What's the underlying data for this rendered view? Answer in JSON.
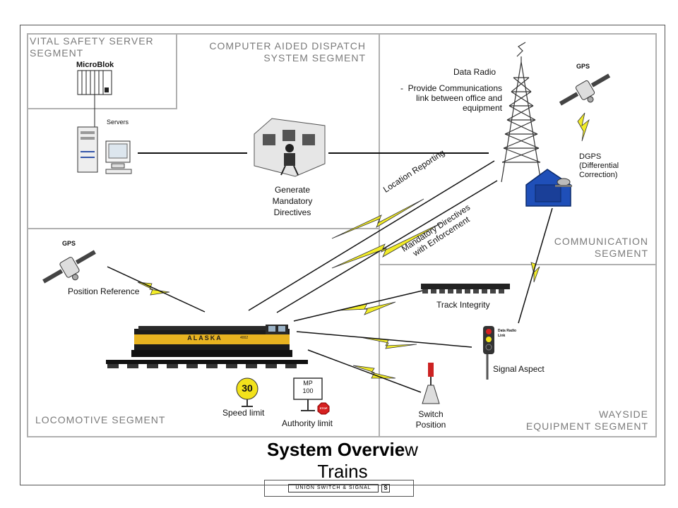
{
  "segments": {
    "vital_safety": "VITAL SAFETY SERVER\nSEGMENT",
    "cad": "COMPUTER AIDED DISPATCH\nSYSTEM SEGMENT",
    "communication": "COMMUNICATION\nSEGMENT",
    "locomotive": "LOCOMOTIVE SEGMENT",
    "wayside": "WAYSIDE\nEQUIPMENT SEGMENT"
  },
  "labels": {
    "microblok": "MicroBlok",
    "servers": "Servers",
    "generate": "Generate\nMandatory\nDirectives",
    "data_radio": "Data Radio",
    "data_radio_desc": "-  Provide Communications\nlink between office and\nequipment",
    "gps_top": "GPS",
    "gps_left": "GPS",
    "dgps": "DGPS\n(Differential\nCorrection)",
    "location_reporting": "Location Reporting",
    "mandatory": "Mandatory Directives\nwith Enforcement",
    "position_reference": "Position Reference",
    "track_integrity": "Track Integrity",
    "data_radio_link": "Data Radio\nLink",
    "signal_aspect": "Signal Aspect",
    "speed_sign_value": "30",
    "speed_limit": "Speed limit",
    "mp_sign": "MP\n100",
    "stop": "STOP",
    "authority_limit": "Authority limit",
    "switch_position": "Switch\nPosition",
    "loco_name": "ALASKA",
    "loco_number": "4002"
  },
  "title": {
    "main_bold": "System Overvie",
    "main_rest": "w",
    "sub": "Trains"
  },
  "footer": {
    "company": "UNION SWITCH & SIGNAL",
    "mark": "S"
  },
  "colors": {
    "segment_border": "#b0b0b0",
    "segment_label": "#7a7a7a",
    "lightning": "#f2ec28",
    "house": "#1f4fb8",
    "locomotive_body": "#1b1b1b",
    "locomotive_stripe": "#e8b320",
    "speed_sign": "#f2e21b",
    "stop_sign": "#d62020"
  }
}
